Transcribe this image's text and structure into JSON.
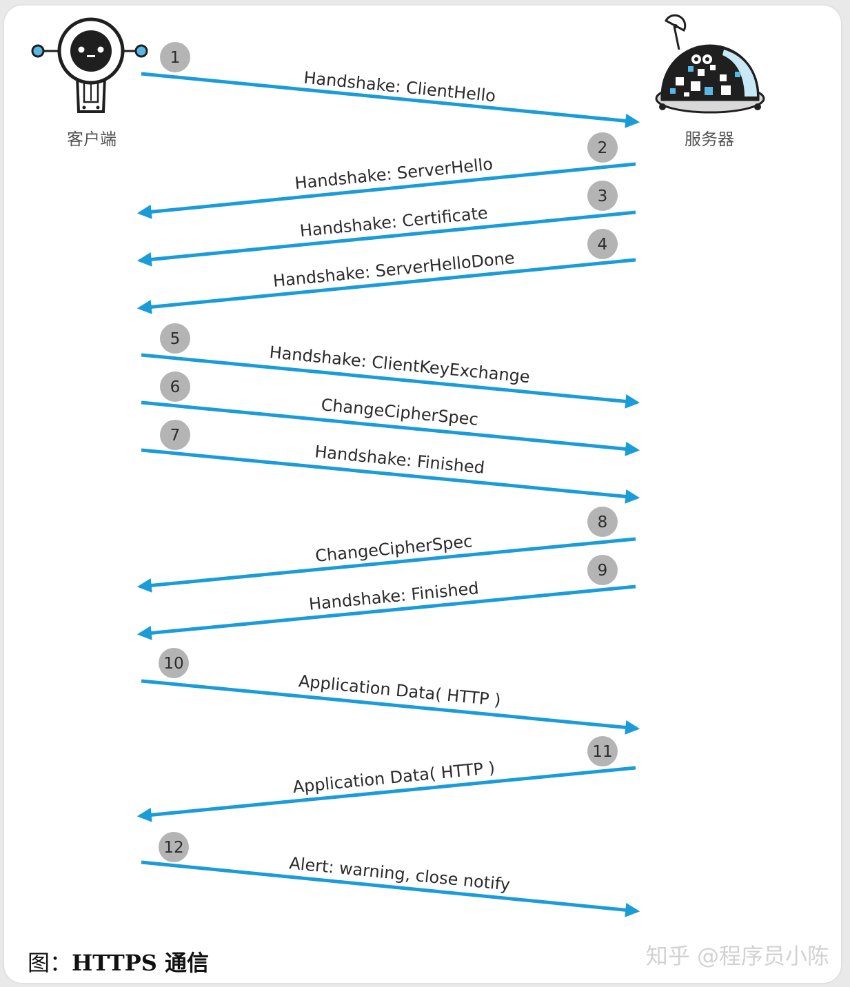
{
  "actors": {
    "client": "客户端",
    "server": "服务器"
  },
  "colors": {
    "arrow": "#1a9cd8",
    "badge": "#b4b4b4",
    "robot_dark": "#1f1f1f",
    "robot_blue": "#57b8e5"
  },
  "icons": {
    "client": "client-robot-icon",
    "server": "server-robot-icon"
  },
  "messages": [
    {
      "step": "1",
      "label": "Handshake: ClientHello",
      "direction": "client-to-server"
    },
    {
      "step": "2",
      "label": "Handshake: ServerHello",
      "direction": "server-to-client"
    },
    {
      "step": "3",
      "label": "Handshake: Certificate",
      "direction": "server-to-client"
    },
    {
      "step": "4",
      "label": "Handshake: ServerHelloDone",
      "direction": "server-to-client"
    },
    {
      "step": "5",
      "label": "Handshake: ClientKeyExchange",
      "direction": "client-to-server"
    },
    {
      "step": "6",
      "label": "ChangeCipherSpec",
      "direction": "client-to-server"
    },
    {
      "step": "7",
      "label": "Handshake: Finished",
      "direction": "client-to-server"
    },
    {
      "step": "8",
      "label": "ChangeCipherSpec",
      "direction": "server-to-client"
    },
    {
      "step": "9",
      "label": "Handshake: Finished",
      "direction": "server-to-client"
    },
    {
      "step": "10",
      "label": "Application Data( HTTP )",
      "direction": "client-to-server"
    },
    {
      "step": "11",
      "label": "Application Data( HTTP )",
      "direction": "server-to-client"
    },
    {
      "step": "12",
      "label": "Alert: warning, close notify",
      "direction": "client-to-server"
    }
  ],
  "caption": {
    "prefix": "图：",
    "title": "HTTPS 通信"
  },
  "watermark": "知乎 @程序员小陈"
}
